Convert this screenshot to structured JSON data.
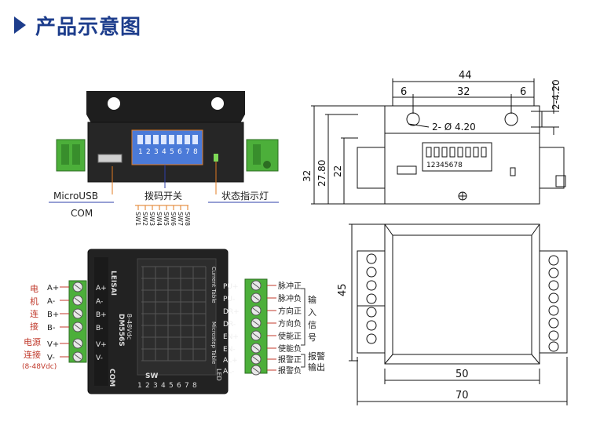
{
  "header": {
    "title": "产品示意图"
  },
  "photo_top": {
    "dip_numbers": [
      "1",
      "2",
      "3",
      "4",
      "5",
      "6",
      "7",
      "8"
    ],
    "label_microusb": "MicroUSB",
    "label_com": "COM",
    "label_dip": "拨码开关",
    "label_led": "状态指示灯",
    "sw_labels": [
      "SW1",
      "SW2",
      "SW3",
      "SW4",
      "SW5",
      "SW6",
      "SW7",
      "SW8"
    ]
  },
  "photo_bottom": {
    "left_pins": [
      "A+",
      "A-",
      "B+",
      "B-",
      "V+",
      "V-"
    ],
    "right_pins": [
      "PU+",
      "PU-",
      "DR+",
      "DR-",
      "EN+",
      "EN-",
      "AL+",
      "AL-"
    ],
    "left_group_motor": [
      "电",
      "机",
      "连",
      "接"
    ],
    "left_group_power": [
      "电源",
      "连接"
    ],
    "voltage_note": "(8-48Vdc)",
    "right_signals": [
      "脉冲正",
      "脉冲负",
      "方向正",
      "方向负",
      "使能正",
      "使能负"
    ],
    "right_input_label": [
      "输",
      "入",
      "信",
      "号"
    ],
    "right_alarm_signals": [
      "报警正",
      "报警负"
    ],
    "right_alarm_label": [
      "报警",
      "输出"
    ],
    "brand": "LEISAI",
    "model": "DM556S",
    "voltage": "8-48Vdc",
    "sw_label": "SW",
    "com_label": "COM",
    "led_label": "LED",
    "sw_numbers": [
      "1",
      "2",
      "3",
      "4",
      "5",
      "6",
      "7",
      "8"
    ],
    "current_table_title": "Current Table",
    "microstep_table_title": "Microstep Table"
  },
  "drawing_top": {
    "dim_44": "44",
    "dim_32": "32",
    "dim_6_left": "6",
    "dim_6_right": "6",
    "dim_hole_slot": "2-4.20",
    "dim_holes": "2- Ø 4.20",
    "dim_32_height": "32",
    "dim_27_80": "27.80",
    "dim_22": "22",
    "dip_numbers": "12345678"
  },
  "drawing_bottom": {
    "dim_45": "45",
    "dim_50": "50",
    "dim_70": "70"
  },
  "colors": {
    "brand_blue": "#1d3d8c",
    "terminal_green": "#4caf3a",
    "label_red": "#c0392b",
    "callout_blue": "#2e3fa8",
    "callout_orange": "#e07b22"
  }
}
